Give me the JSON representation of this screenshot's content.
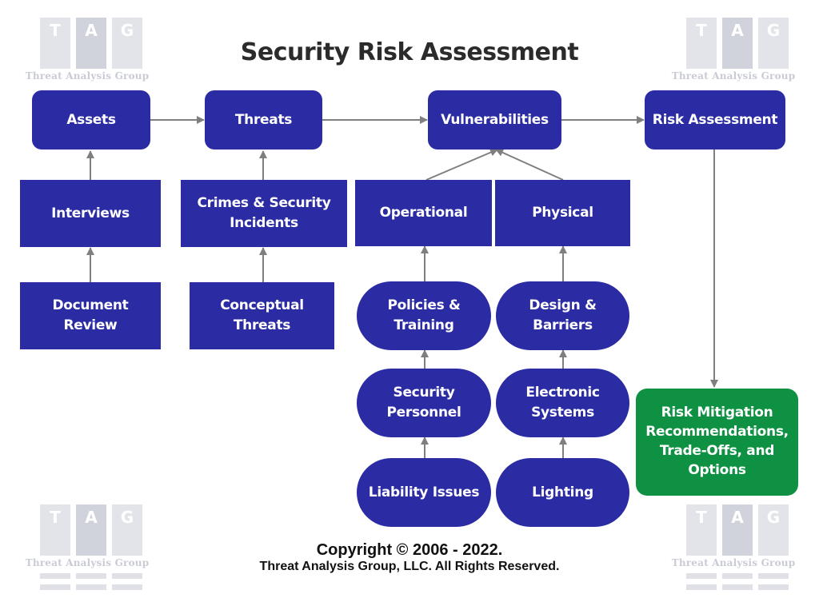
{
  "title": "Security Risk Assessment",
  "logo": {
    "letters": [
      "T",
      "A",
      "G"
    ],
    "name": "Threat Analysis Group"
  },
  "nodes": {
    "assets": "Assets",
    "threats": "Threats",
    "vulnerabilities": "Vulnerabilities",
    "risk_assessment": "Risk Assessment",
    "interviews": "Interviews",
    "crimes": "Crimes & Security\nIncidents",
    "operational": "Operational",
    "physical": "Physical",
    "document_review": "Document\nReview",
    "conceptual_threats": "Conceptual\nThreats",
    "policies": "Policies &\nTraining",
    "design": "Design &\nBarriers",
    "security_personnel": "Security\nPersonnel",
    "electronic": "Electronic\nSystems",
    "liability": "Liability Issues",
    "lighting": "Lighting",
    "mitigation": "Risk Mitigation\nRecommendations,\nTrade-Offs, and\nOptions"
  },
  "colors": {
    "node": "#2b2ba3",
    "mitigation": "#0e9142",
    "arrow": "#7f7f7f"
  },
  "copyright": {
    "line1": "Copyright © 2006 - 2022.",
    "line2": "Threat Analysis Group, LLC. All Rights Reserved."
  }
}
